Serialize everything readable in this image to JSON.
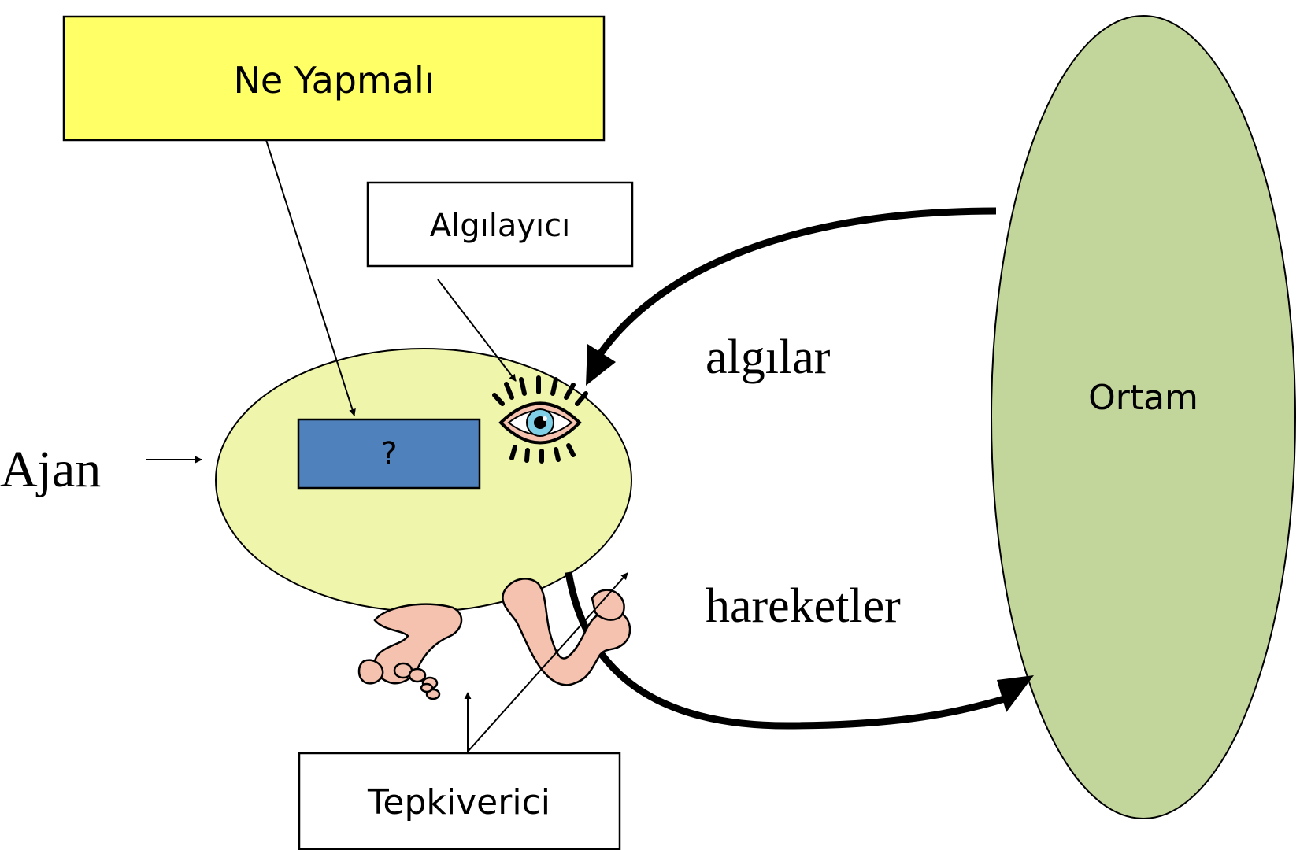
{
  "diagram": {
    "what_to_do_label": "Ne Yapmalı",
    "sensor_label": "Algılayıcı",
    "agent_label": "Ajan",
    "decision_label": "?",
    "percepts_label": "algılar",
    "actions_label": "hareketler",
    "environment_label": "Ortam",
    "actuator_label": "Tepkiverici",
    "icons": [
      "eye-icon",
      "foot-icon",
      "arm-icon"
    ],
    "colors": {
      "what_to_do_box": "#FFFF66",
      "agent_body": "#F0F5AC",
      "decision_box": "#4F81BD",
      "environment": "#C2D59B",
      "skin": "#F4C2AE",
      "outline": "#000000"
    }
  }
}
